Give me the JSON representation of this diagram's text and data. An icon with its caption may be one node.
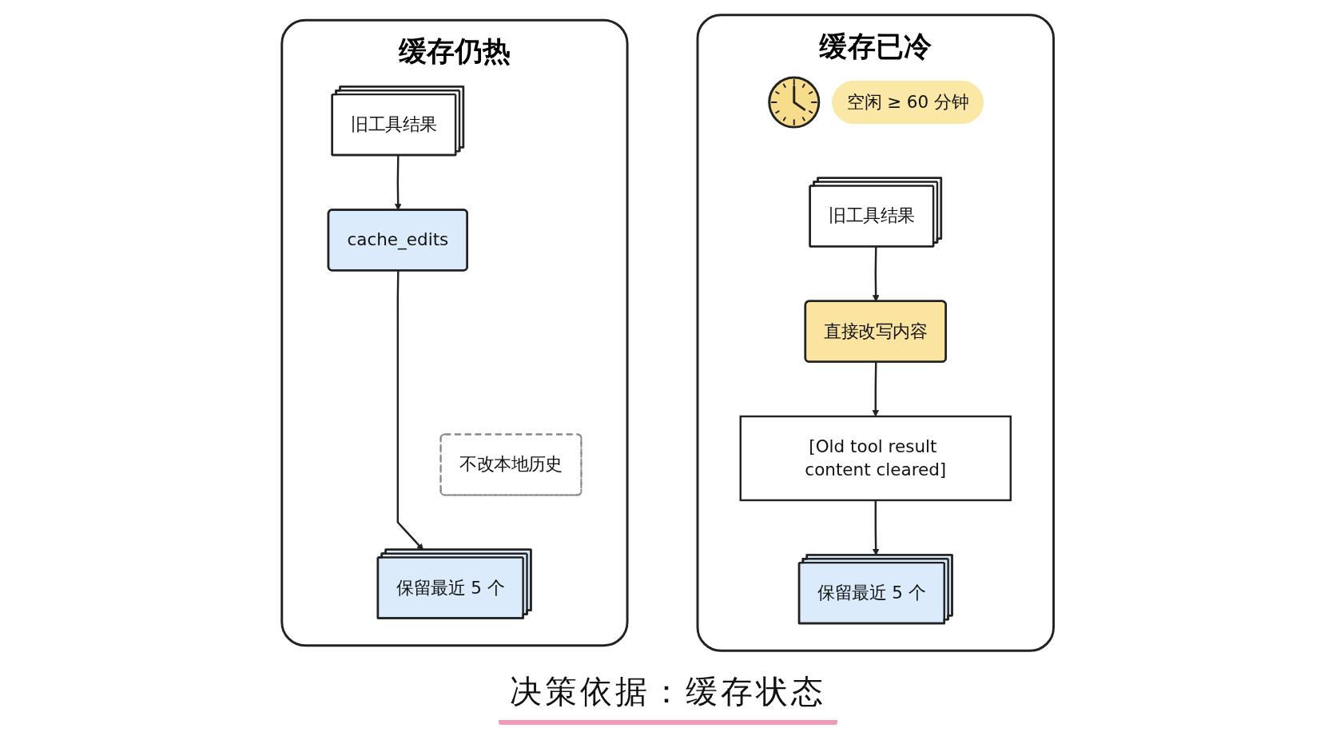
{
  "diagram": {
    "caption": "决策依据：缓存状态",
    "nodes": [
      {
        "text": [
          "缓存仍热"
        ]
      },
      {
        "text": [
          "旧工具结果"
        ],
        "in": 0
      },
      {
        "text": [
          "cache_edits"
        ],
        "in": 0
      },
      {
        "text": [
          "不改本地历史"
        ],
        "in": 0
      },
      {
        "text": [
          "保留最近 5 个"
        ],
        "in": 0
      },
      {
        "text": [
          "缓存已冷"
        ]
      },
      {
        "text": [
          "空闲 ≥ 60 分钟"
        ],
        "in": 5
      },
      {
        "text": [
          "旧工具结果"
        ],
        "in": 5
      },
      {
        "text": [
          "直接改写内容"
        ],
        "in": 5
      },
      {
        "text": [
          "[Old tool result content cleared]"
        ],
        "in": 5
      },
      {
        "text": [
          "保留最近 5 个"
        ],
        "in": 5
      }
    ],
    "edges": [
      {
        "from": 1,
        "to": 2,
        "arrow": "to"
      },
      {
        "from": 2,
        "to": 4,
        "arrow": "to"
      },
      {
        "from": 7,
        "to": 8,
        "arrow": "to"
      },
      {
        "from": 8,
        "to": 9,
        "arrow": "to"
      },
      {
        "from": 9,
        "to": 10,
        "arrow": "to"
      }
    ]
  }
}
